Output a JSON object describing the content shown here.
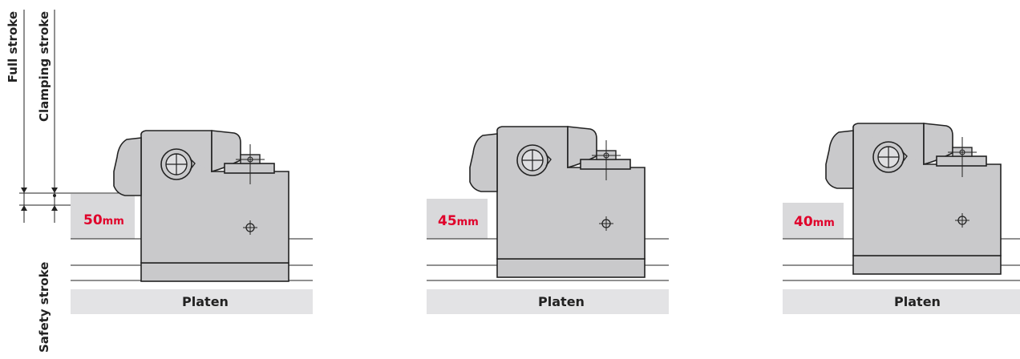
{
  "stroke_labels": {
    "full_stroke": "Full stroke",
    "clamping_stroke": "Clamping stroke",
    "safety_stroke": "Safety stroke"
  },
  "panels": [
    {
      "value": "50",
      "unit": "mm",
      "platen_label": "Platen",
      "pad_height": 50
    },
    {
      "value": "45",
      "unit": "mm",
      "platen_label": "Platen",
      "pad_height": 45
    },
    {
      "value": "40",
      "unit": "mm",
      "platen_label": "Platen",
      "pad_height": 40
    }
  ],
  "colors": {
    "accent": "#e0002a",
    "body_fill": "#c9c9cb",
    "pad_fill": "#d9d9db",
    "platen_fill": "#e3e3e5",
    "outline": "#222222"
  }
}
